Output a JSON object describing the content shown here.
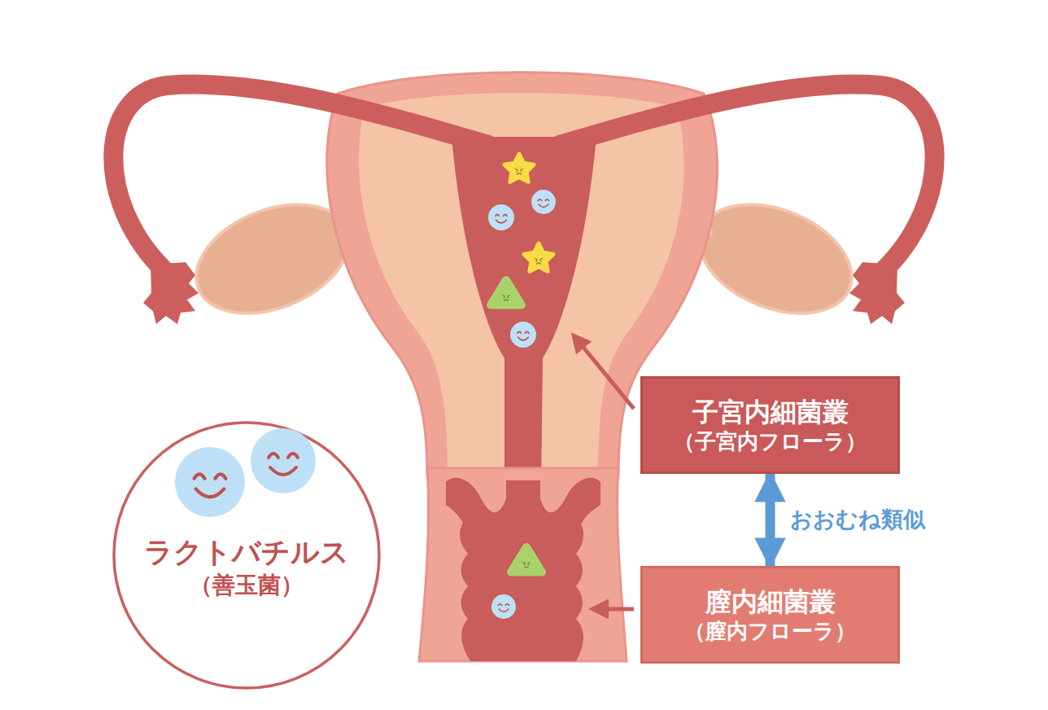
{
  "diagram": {
    "nodes": [
      {
        "text": [
          "子宮内細菌叢",
          "（子宮内フローラ）"
        ]
      },
      {
        "text": [
          "膣内細菌叢",
          "（膣内フローラ）"
        ]
      },
      {
        "text": [
          "ラクトバチルス",
          "（善玉菌）"
        ]
      }
    ],
    "edges": [
      {
        "from": 0,
        "to": 1,
        "label": "おおむね類似",
        "arrow": "both"
      }
    ]
  }
}
